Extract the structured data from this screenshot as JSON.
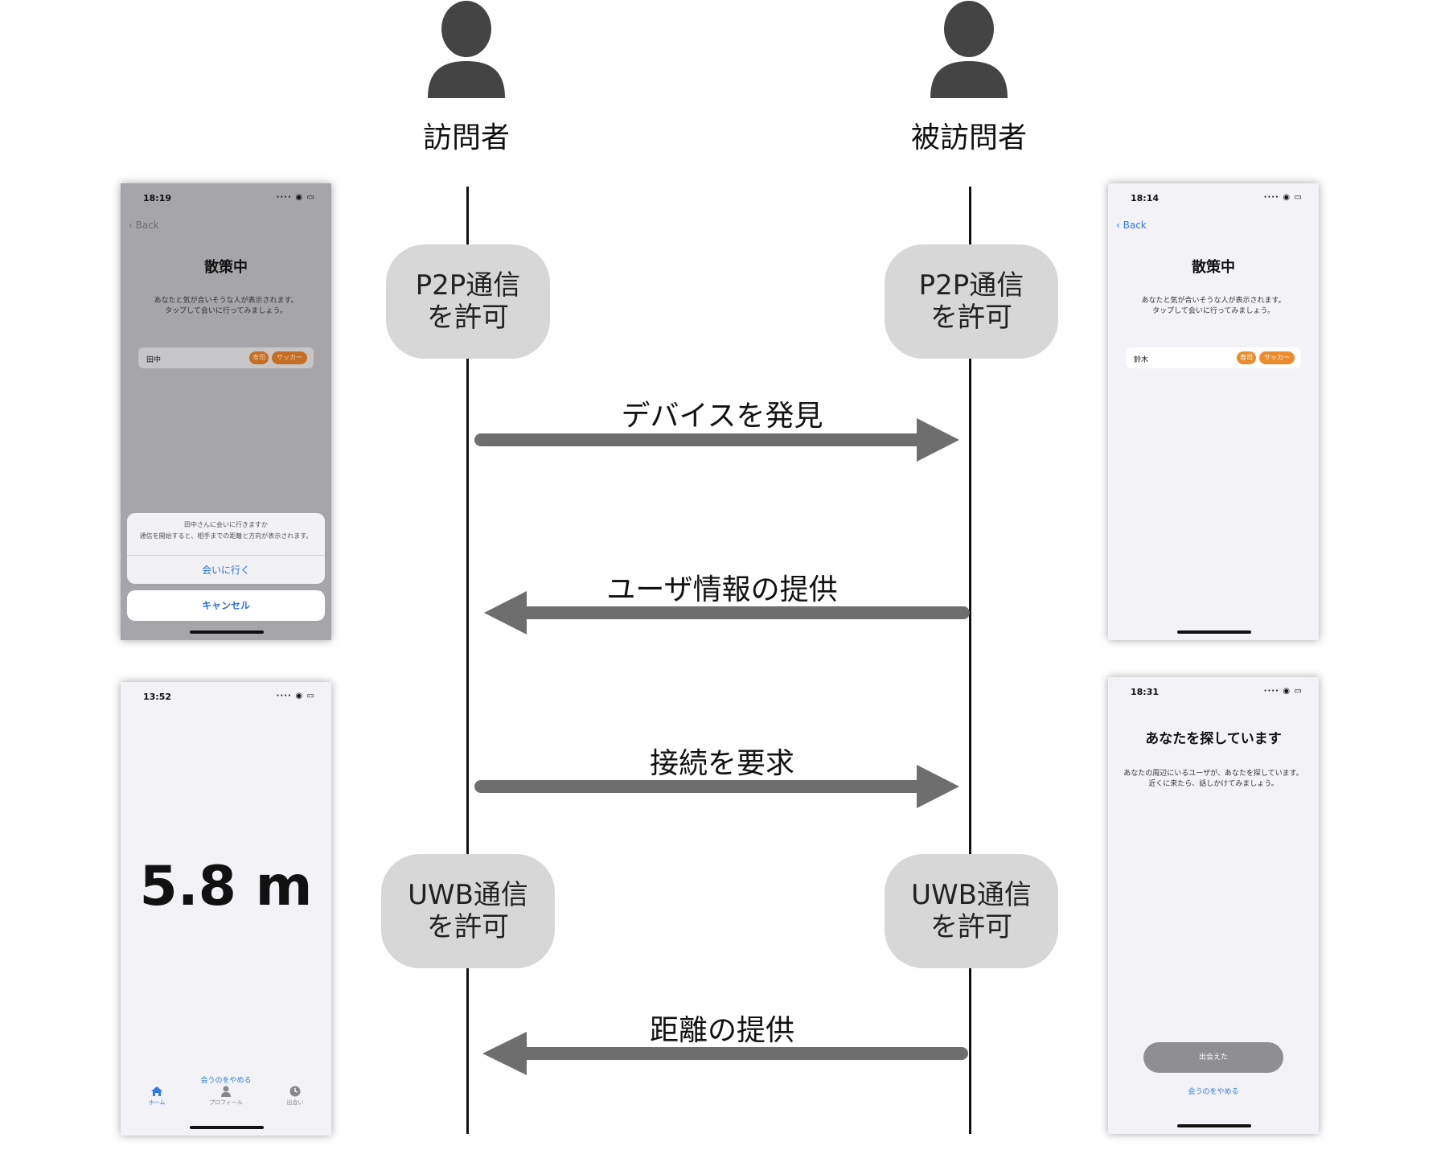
{
  "actors": {
    "visitor": {
      "label": "訪問者",
      "icon": "person-icon"
    },
    "visited": {
      "label": "被訪問者",
      "icon": "person-icon"
    }
  },
  "permissions": {
    "p2p": [
      "P2P通信",
      "を許可"
    ],
    "uwb": [
      "UWB通信",
      "を許可"
    ]
  },
  "messages": [
    {
      "label": "デバイスを発見",
      "direction": "right"
    },
    {
      "label": "ユーザ情報の提供",
      "direction": "left"
    },
    {
      "label": "接続を要求",
      "direction": "right"
    },
    {
      "label": "距離の提供",
      "direction": "left"
    }
  ],
  "colors": {
    "arrow": "#6e6e6e",
    "pill": "#d7d7d7",
    "tag": "#ec8c2e",
    "link": "#2f7ae5"
  },
  "phone1": {
    "time": "18:19",
    "back": "Back",
    "title": "散策中",
    "sub1": "あなたと気が合いそうな人が表示されます。",
    "sub2": "タップして会いに行ってみましょう。",
    "row_name": "田中",
    "tag1": "寿司",
    "tag2": "サッカー",
    "sheet_title": "田中さんに会いに行きますか",
    "sheet_msg": "通信を開始すると、相手までの距離と方向が表示されます。",
    "sheet_action": "会いに行く",
    "cancel": "キャンセル"
  },
  "phone2": {
    "time": "18:14",
    "back": "Back",
    "title": "散策中",
    "sub1": "あなたと気が合いそうな人が表示されます。",
    "sub2": "タップして会いに行ってみましょう。",
    "row_name": "鈴木",
    "tag1": "寿司",
    "tag2": "サッカー"
  },
  "phone3": {
    "time": "13:52",
    "distance": "5.8 m",
    "stop": "会うのをやめる",
    "tabs": [
      "ホーム",
      "プロフィール",
      "出会い"
    ]
  },
  "phone4": {
    "time": "18:31",
    "title": "あなたを探しています",
    "sub1": "あなたの周辺にいるユーザが、あなたを探しています。",
    "sub2": "近くに来たら、話しかけてみましょう。",
    "met": "出会えた",
    "stop": "会うのをやめる"
  }
}
